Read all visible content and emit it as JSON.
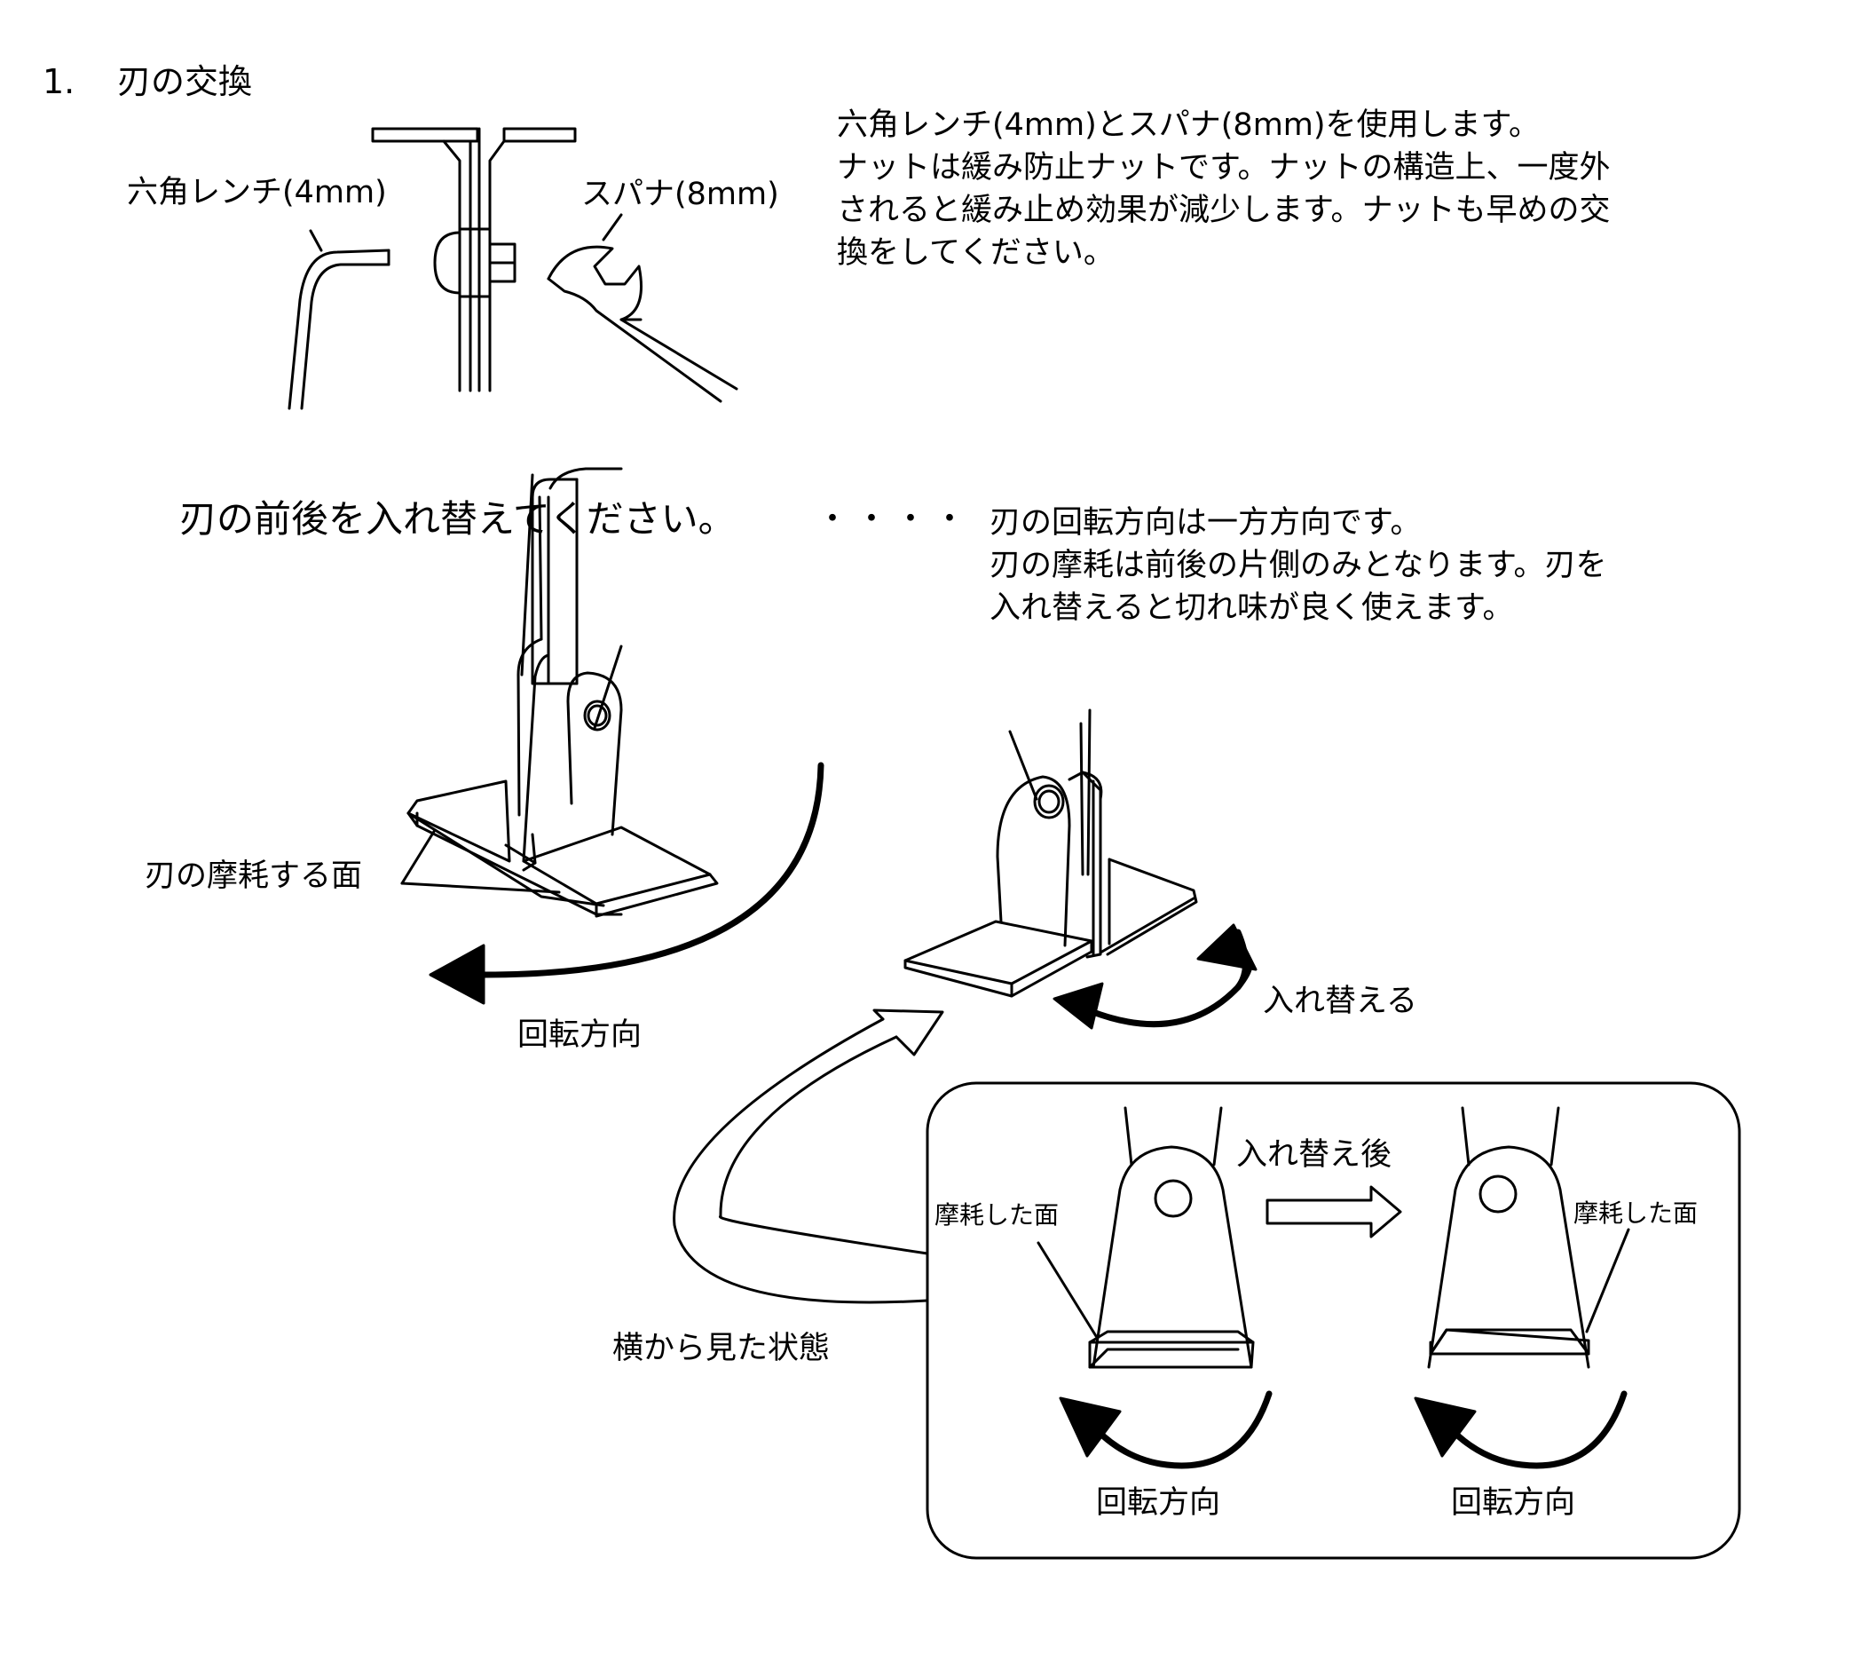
{
  "section": {
    "number": "1.",
    "title": "刃の交換"
  },
  "tools": {
    "hex_wrench_label": "六角レンチ(4mm)",
    "spanner_label": "スパナ(8mm)"
  },
  "intro_lines": [
    "六角レンチ(4mm)とスパナ(8mm)を使用します。",
    "ナットは緩み防止ナットです。ナットの構造上、一度外",
    "されると緩み止め効果が減少します。ナットも早めの交",
    "換をしてください。"
  ],
  "swap": {
    "instruction": "刃の前後を入れ替えてください。",
    "dots": "・・・・",
    "notes": [
      "刃の回転方向は一方方向です。",
      "刃の摩耗は前後の片側のみとなります。刃を",
      "入れ替えると切れ味が良く使えます。"
    ]
  },
  "diagram": {
    "worn_face_label": "刃の摩耗する面",
    "rotation_label": "回転方向",
    "swap_label": "入れ替える",
    "side_view_label": "横から見た状態",
    "after_swap_label": "入れ替え後",
    "worn_surface_left": "摩耗した面",
    "worn_surface_right": "摩耗した面",
    "rotation_left": "回転方向",
    "rotation_right": "回転方向"
  }
}
